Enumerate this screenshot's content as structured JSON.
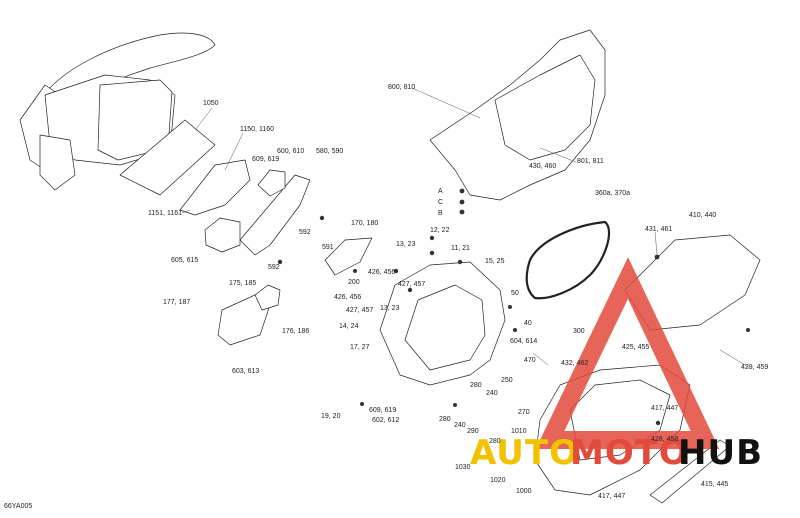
{
  "diagram_code": "66YA005",
  "callouts": [
    {
      "id": "c1050",
      "text": "1050"
    },
    {
      "id": "c1150",
      "text": "1150, 1160"
    },
    {
      "id": "c1151",
      "text": "1151, 1161"
    },
    {
      "id": "c600",
      "text": "600, 610"
    },
    {
      "id": "c609",
      "text": "609, 619"
    },
    {
      "id": "c580",
      "text": "580, 590"
    },
    {
      "id": "c592a",
      "text": "592"
    },
    {
      "id": "c591",
      "text": "591"
    },
    {
      "id": "c592b",
      "text": "592"
    },
    {
      "id": "c605",
      "text": "605, 615"
    },
    {
      "id": "c170",
      "text": "170, 180"
    },
    {
      "id": "c13",
      "text": "13, 23"
    },
    {
      "id": "c12",
      "text": "12, 22"
    },
    {
      "id": "c11",
      "text": "11, 21"
    },
    {
      "id": "c15",
      "text": "15, 25"
    },
    {
      "id": "c200",
      "text": "200"
    },
    {
      "id": "c426a",
      "text": "426, 456"
    },
    {
      "id": "c427a",
      "text": "427, 457"
    },
    {
      "id": "c426b",
      "text": "426, 456"
    },
    {
      "id": "c427b",
      "text": "427, 457"
    },
    {
      "id": "c13b",
      "text": "13, 23"
    },
    {
      "id": "c14",
      "text": "14, 24"
    },
    {
      "id": "c17",
      "text": "17, 27"
    },
    {
      "id": "c175",
      "text": "175, 185"
    },
    {
      "id": "c177",
      "text": "177, 187"
    },
    {
      "id": "c176",
      "text": "176, 186"
    },
    {
      "id": "c603",
      "text": "603, 613"
    },
    {
      "id": "c19",
      "text": "19, 20"
    },
    {
      "id": "c609b",
      "text": "609, 619"
    },
    {
      "id": "c602",
      "text": "602, 612"
    },
    {
      "id": "c800",
      "text": "800, 810"
    },
    {
      "id": "c430",
      "text": "430, 460"
    },
    {
      "id": "c801",
      "text": "801, 811"
    },
    {
      "id": "cA",
      "text": "A"
    },
    {
      "id": "cC",
      "text": "C"
    },
    {
      "id": "cB",
      "text": "B"
    },
    {
      "id": "c360",
      "text": "360a, 370a"
    },
    {
      "id": "c431",
      "text": "431, 461"
    },
    {
      "id": "c410",
      "text": "410, 440"
    },
    {
      "id": "c50",
      "text": "50"
    },
    {
      "id": "c40",
      "text": "40"
    },
    {
      "id": "c604",
      "text": "604, 614"
    },
    {
      "id": "c300",
      "text": "300"
    },
    {
      "id": "c470",
      "text": "470"
    },
    {
      "id": "c432",
      "text": "432, 462"
    },
    {
      "id": "c425a",
      "text": "425, 455"
    },
    {
      "id": "c429",
      "text": "429, 459"
    },
    {
      "id": "c417a",
      "text": "417, 447"
    },
    {
      "id": "c428",
      "text": "428, 458"
    },
    {
      "id": "c280a",
      "text": "280"
    },
    {
      "id": "c250",
      "text": "250"
    },
    {
      "id": "c240a",
      "text": "240"
    },
    {
      "id": "c280b",
      "text": "280"
    },
    {
      "id": "c240b",
      "text": "240"
    },
    {
      "id": "c270",
      "text": "270"
    },
    {
      "id": "c290",
      "text": "290"
    },
    {
      "id": "c1010",
      "text": "1010"
    },
    {
      "id": "c280c",
      "text": "280"
    },
    {
      "id": "c1030",
      "text": "1030"
    },
    {
      "id": "c1020",
      "text": "1020"
    },
    {
      "id": "c1000",
      "text": "1000"
    },
    {
      "id": "c417b",
      "text": "417, 447"
    },
    {
      "id": "c415",
      "text": "415, 445"
    }
  ],
  "watermark": {
    "word_a": "AUTO",
    "word_b": "MOTO",
    "word_c": "HUB",
    "color_a": "#f2c200",
    "color_b": "#e24a3b",
    "color_c": "#111111",
    "triangle_color": "#e24a3b"
  }
}
